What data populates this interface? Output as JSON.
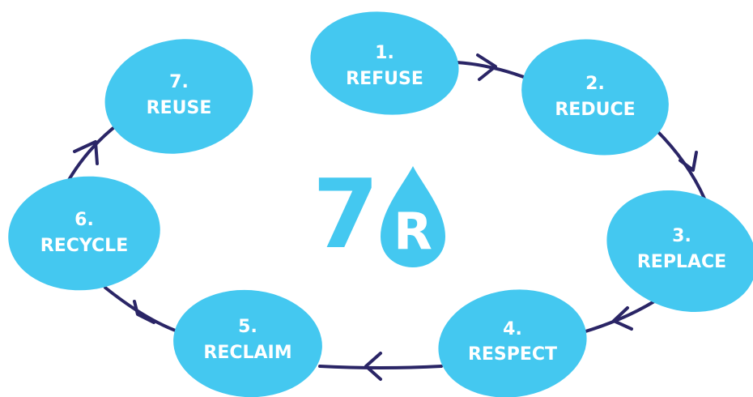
{
  "colors": {
    "node_fill": "#44c8f0",
    "connector": "#2a2566",
    "logo": "#44c8f0",
    "text": "#ffffff"
  },
  "logo": {
    "number": "7",
    "letter": "R"
  },
  "steps": [
    {
      "number": "1.",
      "label": "REFUSE"
    },
    {
      "number": "2.",
      "label": "REDUCE"
    },
    {
      "number": "3.",
      "label": "REPLACE"
    },
    {
      "number": "4.",
      "label": "RESPECT"
    },
    {
      "number": "5.",
      "label": "RECLAIM"
    },
    {
      "number": "6.",
      "label": "RECYCLE"
    },
    {
      "number": "7.",
      "label": "REUSE"
    }
  ]
}
